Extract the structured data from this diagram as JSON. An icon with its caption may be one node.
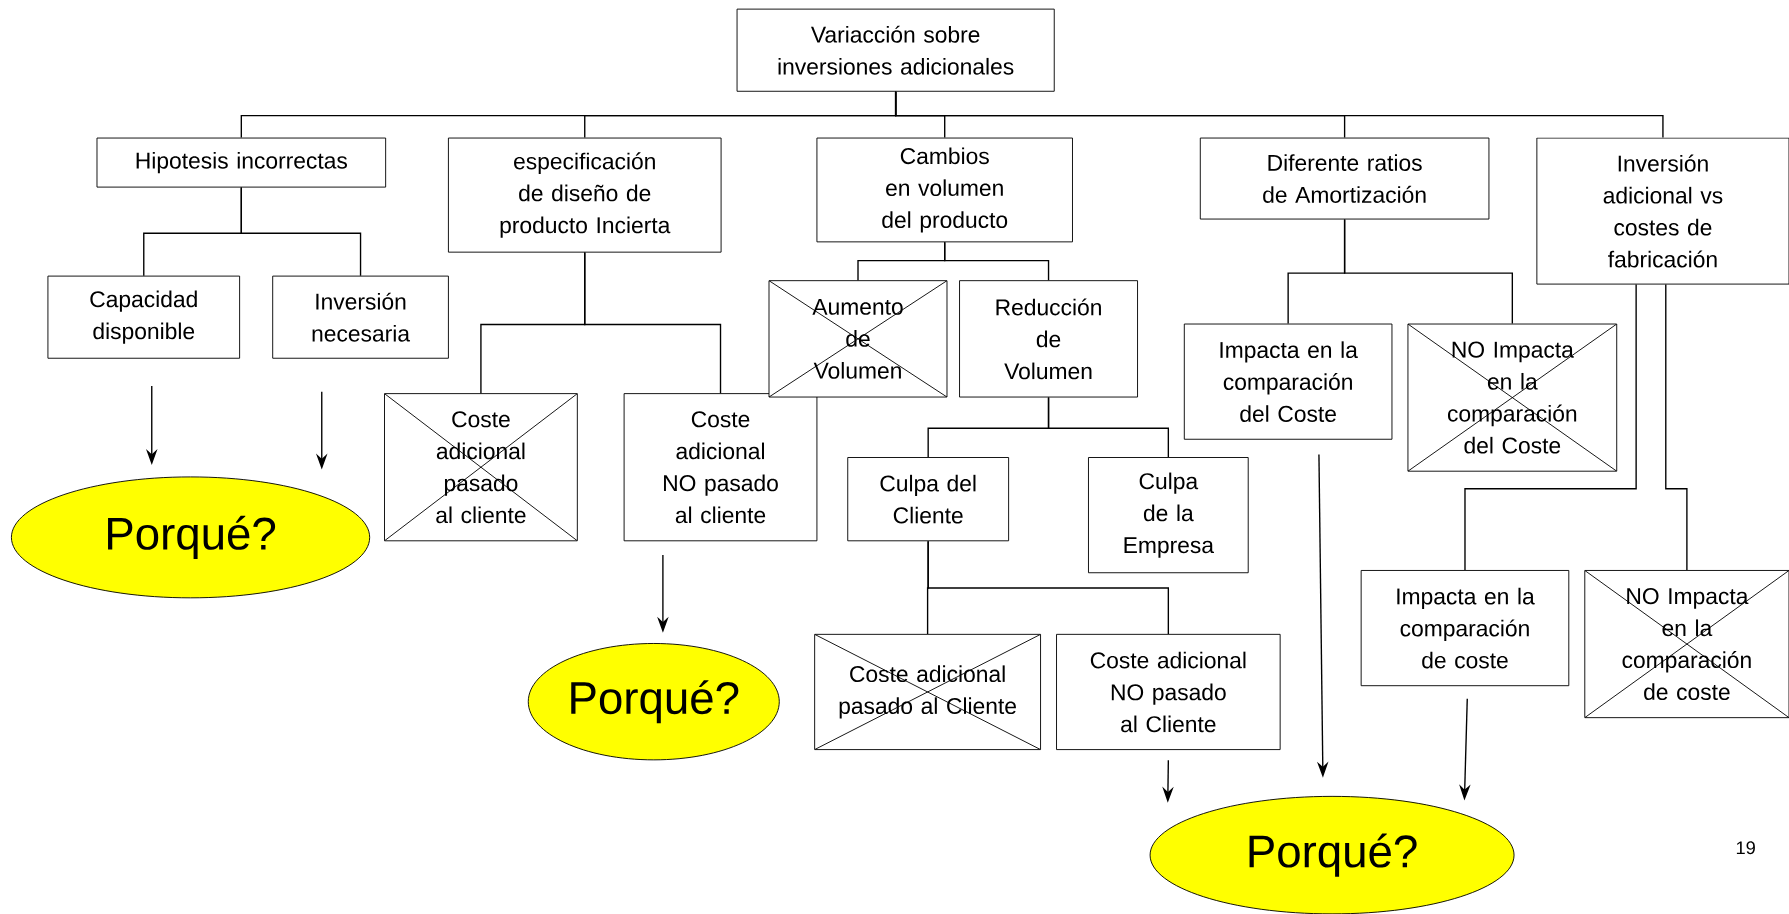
{
  "diagram": {
    "nodes": [
      {
        "text": [
          "Variacción sobre inversiones adicionales"
        ]
      },
      {
        "text": [
          "Hipotesis incorrectas"
        ]
      },
      {
        "text": [
          "especificación de diseño de producto Incierta"
        ]
      },
      {
        "text": [
          "Cambios en volumen del producto"
        ]
      },
      {
        "text": [
          "Diferente ratios de Amortización"
        ]
      },
      {
        "text": [
          "Inversión adicional vs costes de fabricación"
        ]
      },
      {
        "text": [
          "Capacidad disponible"
        ]
      },
      {
        "text": [
          "Inversión necesaria"
        ]
      },
      {
        "text": [
          "Coste adicional pasado al cliente"
        ]
      },
      {
        "text": [
          "Coste adicional NO pasado al cliente"
        ]
      },
      {
        "text": [
          "Aumento de Volumen"
        ]
      },
      {
        "text": [
          "Reducción de Volumen"
        ]
      },
      {
        "text": [
          "Impacta en la comparación del Coste"
        ]
      },
      {
        "text": [
          "NO Impacta en la comparación del Coste"
        ]
      },
      {
        "text": [
          "Culpa del Cliente"
        ]
      },
      {
        "text": [
          "Culpa de la Empresa"
        ]
      },
      {
        "text": [
          "Coste adicional pasado al Cliente"
        ]
      },
      {
        "text": [
          "Coste adicional NO pasado al Cliente"
        ]
      },
      {
        "text": [
          "Impacta en la comparación de coste"
        ]
      },
      {
        "text": [
          "NO Impacta en la comparación de coste"
        ]
      },
      {
        "text": [
          "Porqué?"
        ]
      },
      {
        "text": [
          "Porqué?"
        ]
      },
      {
        "text": [
          "Porqué?"
        ]
      }
    ],
    "edges": [
      {
        "from": 0,
        "to": 1,
        "arrow": "none"
      },
      {
        "from": 0,
        "to": 2,
        "arrow": "none"
      },
      {
        "from": 0,
        "to": 3,
        "arrow": "none"
      },
      {
        "from": 0,
        "to": 4,
        "arrow": "none"
      },
      {
        "from": 0,
        "to": 5,
        "arrow": "none"
      },
      {
        "from": 1,
        "to": 6,
        "arrow": "none"
      },
      {
        "from": 1,
        "to": 7,
        "arrow": "none"
      },
      {
        "from": 2,
        "to": 8,
        "arrow": "none"
      },
      {
        "from": 2,
        "to": 9,
        "arrow": "none"
      },
      {
        "from": 3,
        "to": 10,
        "arrow": "none"
      },
      {
        "from": 3,
        "to": 11,
        "arrow": "none"
      },
      {
        "from": 4,
        "to": 12,
        "arrow": "none"
      },
      {
        "from": 4,
        "to": 13,
        "arrow": "none"
      },
      {
        "from": 11,
        "to": 14,
        "arrow": "none"
      },
      {
        "from": 11,
        "to": 15,
        "arrow": "none"
      },
      {
        "from": 14,
        "to": 16,
        "arrow": "none"
      },
      {
        "from": 14,
        "to": 17,
        "arrow": "none"
      },
      {
        "from": 5,
        "to": 18,
        "arrow": "none"
      },
      {
        "from": 5,
        "to": 19,
        "arrow": "none"
      },
      {
        "from": 6,
        "to": 20,
        "arrow": "to"
      },
      {
        "from": 7,
        "to": 20,
        "arrow": "to"
      },
      {
        "from": 9,
        "to": 21,
        "arrow": "to"
      },
      {
        "from": 17,
        "to": 22,
        "arrow": "to"
      },
      {
        "from": 12,
        "to": 22,
        "arrow": "to"
      },
      {
        "from": 18,
        "to": 22,
        "arrow": "to"
      }
    ],
    "labels": [
      "19"
    ]
  }
}
